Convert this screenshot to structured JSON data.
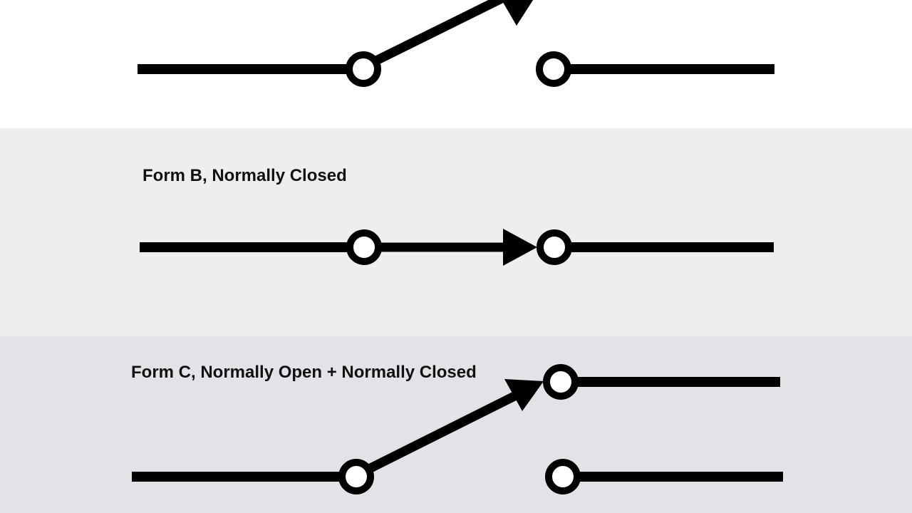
{
  "colors": {
    "band_a_bg": "#ffffff",
    "band_b_bg": "#eeeef0",
    "band_c_bg": "#e2e3e6",
    "stroke": "#000000",
    "terminal_fill": "#ffffff"
  },
  "sections": [
    {
      "id": "form-a",
      "label": "",
      "contact": "normally-open"
    },
    {
      "id": "form-b",
      "label": "Form B, Normally Closed",
      "contact": "normally-closed"
    },
    {
      "id": "form-c",
      "label": "Form C, Normally Open + Normally Closed",
      "contact": "changeover"
    }
  ]
}
